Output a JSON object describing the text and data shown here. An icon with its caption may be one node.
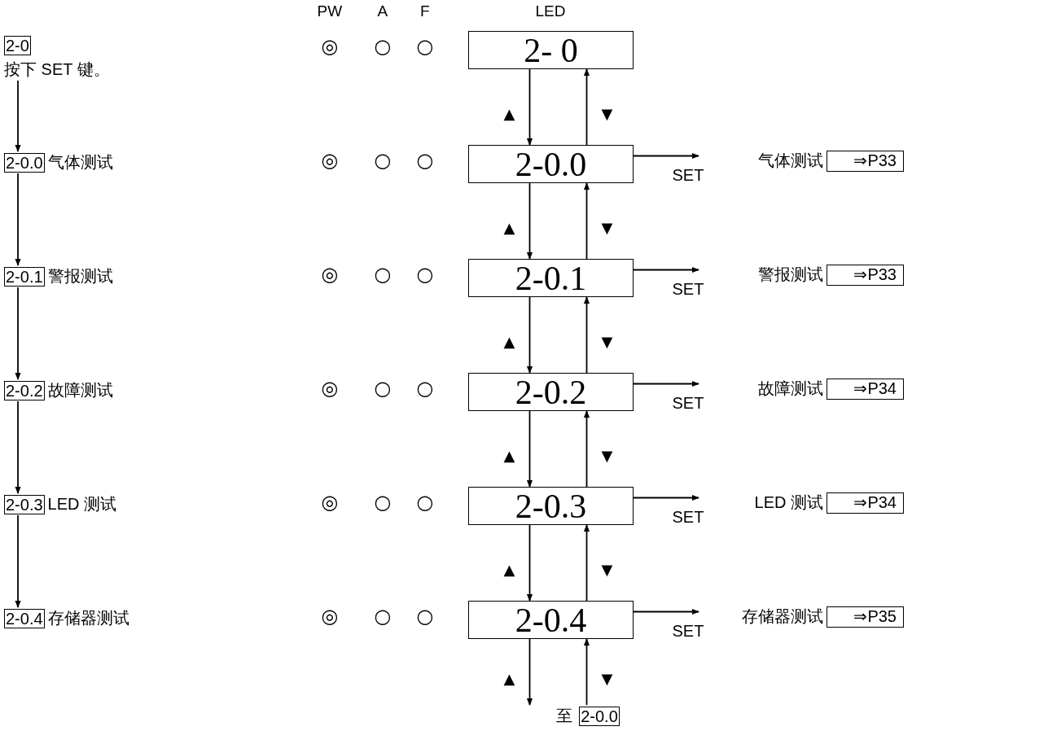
{
  "diagram": {
    "nodes": [
      {
        "text": [
          "2-0"
        ],
        "beside": [
          "按下 SET 键。"
        ]
      },
      {
        "text": [
          "2- 0"
        ]
      },
      {
        "text": [
          "2-0.0"
        ],
        "beside": [
          "气体测试"
        ]
      },
      {
        "text": [
          "2-0.0"
        ]
      },
      {
        "text": [
          "⇒P33"
        ],
        "beside": [
          "气体测试"
        ]
      },
      {
        "text": [
          "2-0.1"
        ],
        "beside": [
          "警报测试"
        ]
      },
      {
        "text": [
          "2-0.1"
        ]
      },
      {
        "text": [
          "⇒P33"
        ],
        "beside": [
          "警报测试"
        ]
      },
      {
        "text": [
          "2-0.2"
        ],
        "beside": [
          "故障测试"
        ]
      },
      {
        "text": [
          "2-0.2"
        ]
      },
      {
        "text": [
          "⇒P34"
        ],
        "beside": [
          "故障测试"
        ]
      },
      {
        "text": [
          "2-0.3"
        ],
        "beside": [
          "LED 测试"
        ]
      },
      {
        "text": [
          "2-0.3"
        ]
      },
      {
        "text": [
          "⇒P34"
        ],
        "beside": [
          "LED 测试"
        ]
      },
      {
        "text": [
          "2-0.4"
        ],
        "beside": [
          "存储器测试"
        ]
      },
      {
        "text": [
          "2-0.4"
        ]
      },
      {
        "text": [
          "⇒P35"
        ],
        "beside": [
          "存储器测试"
        ]
      },
      {
        "text": [
          "2-0.0"
        ],
        "beside": [
          "至"
        ]
      }
    ],
    "edges": [
      {
        "from": 0,
        "to": 2,
        "arrow": "to"
      },
      {
        "from": 2,
        "to": 5,
        "arrow": "to"
      },
      {
        "from": 5,
        "to": 8,
        "arrow": "to"
      },
      {
        "from": 8,
        "to": 11,
        "arrow": "to"
      },
      {
        "from": 11,
        "to": 14,
        "arrow": "to"
      },
      {
        "from": 1,
        "to": 3,
        "arrow": "to",
        "label": "▲"
      },
      {
        "from": 3,
        "to": 1,
        "arrow": "to",
        "label": "▼"
      },
      {
        "from": 3,
        "to": 6,
        "arrow": "to",
        "label": "▲"
      },
      {
        "from": 6,
        "to": 3,
        "arrow": "to",
        "label": "▼"
      },
      {
        "from": 6,
        "to": 9,
        "arrow": "to",
        "label": "▲"
      },
      {
        "from": 9,
        "to": 6,
        "arrow": "to",
        "label": "▼"
      },
      {
        "from": 9,
        "to": 12,
        "arrow": "to",
        "label": "▲"
      },
      {
        "from": 12,
        "to": 9,
        "arrow": "to",
        "label": "▼"
      },
      {
        "from": 12,
        "to": 15,
        "arrow": "to",
        "label": "▲"
      },
      {
        "from": 15,
        "to": 12,
        "arrow": "to",
        "label": "▼"
      },
      {
        "from": 15,
        "to": 17,
        "arrow": "to",
        "label": "▲"
      },
      {
        "from": 17,
        "to": 15,
        "arrow": "to",
        "label": "▼"
      },
      {
        "from": 3,
        "to": null,
        "arrow": "to",
        "label": "SET"
      },
      {
        "from": 6,
        "to": null,
        "arrow": "to",
        "label": "SET"
      },
      {
        "from": 9,
        "to": null,
        "arrow": "to",
        "label": "SET"
      },
      {
        "from": 12,
        "to": null,
        "arrow": "to",
        "label": "SET"
      },
      {
        "from": 15,
        "to": null,
        "arrow": "to",
        "label": "SET"
      }
    ],
    "labels": [
      "PW",
      "A",
      "F",
      "LED",
      "◎",
      "○",
      "○",
      "◎",
      "○",
      "○",
      "◎",
      "○",
      "○",
      "◎",
      "○",
      "○",
      "◎",
      "○",
      "○",
      "◎",
      "○",
      "○"
    ]
  }
}
